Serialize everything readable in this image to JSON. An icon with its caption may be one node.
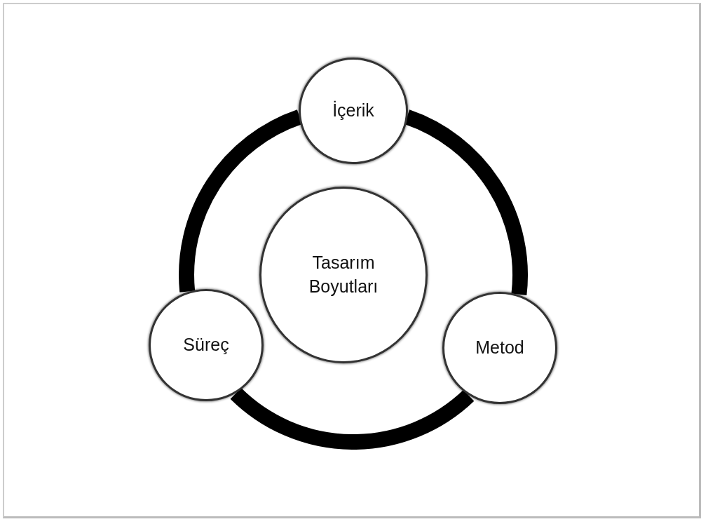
{
  "diagram": {
    "nodes": [
      {
        "text": [
          "İçerik"
        ]
      },
      {
        "text": [
          "Tasarım Boyutları"
        ]
      },
      {
        "text": [
          "Süreç"
        ]
      },
      {
        "text": [
          "Metod"
        ]
      }
    ],
    "edges": [
      {
        "from": 0,
        "to": 3,
        "arrow": "none"
      },
      {
        "from": 3,
        "to": 2,
        "arrow": "none"
      },
      {
        "from": 2,
        "to": 0,
        "arrow": "none"
      }
    ]
  }
}
